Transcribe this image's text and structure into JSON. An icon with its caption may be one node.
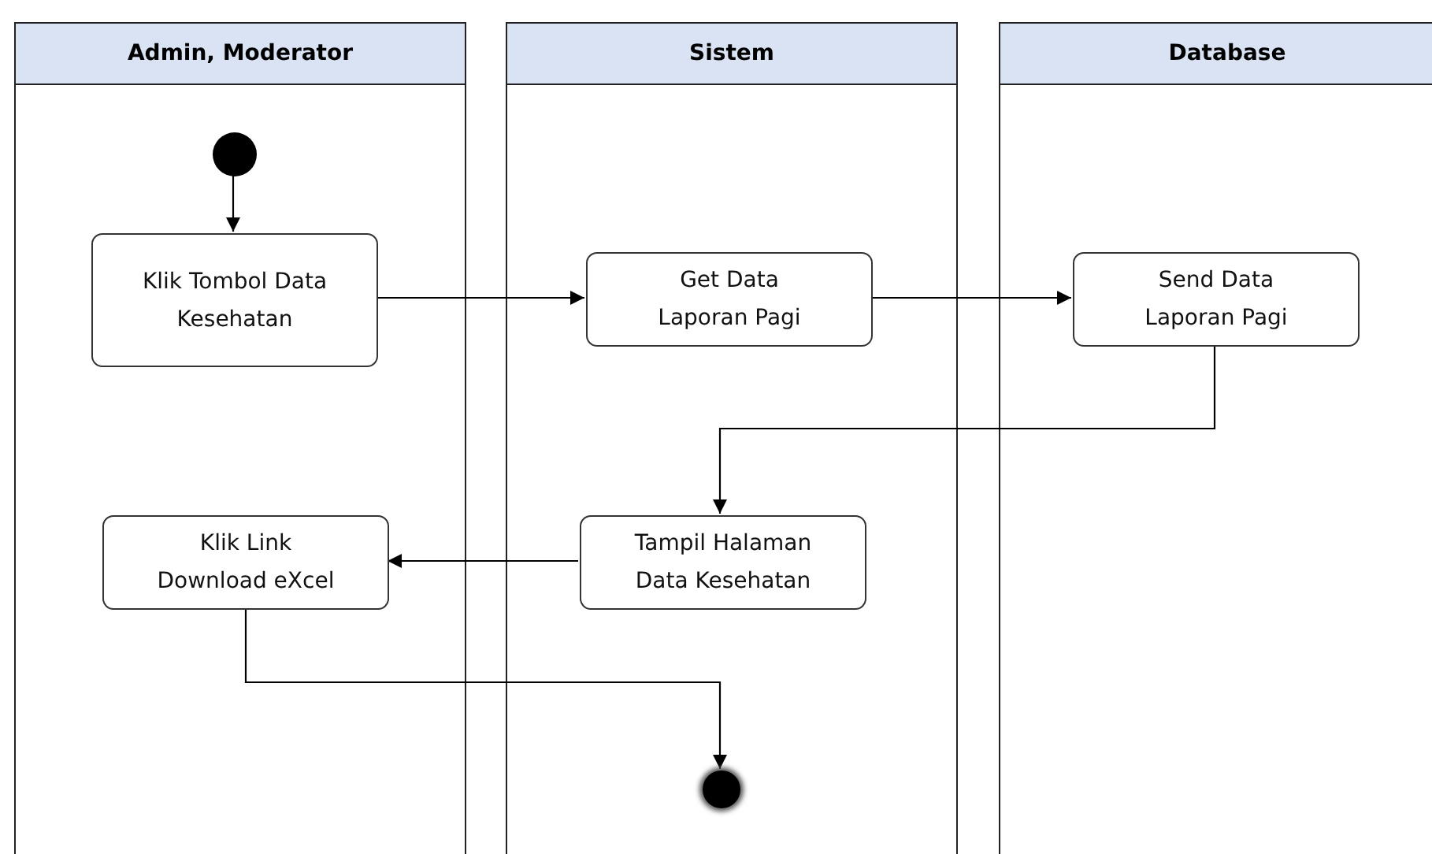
{
  "diagram": {
    "nodes": [
      {
        "text": [
          "Admin, Moderator"
        ]
      },
      {
        "text": [
          "Sistem"
        ]
      },
      {
        "text": [
          "Database"
        ]
      },
      {
        "text": [],
        "shape": "circle",
        "in": 0
      },
      {
        "text": [
          "Klik Tombol Data Kesehatan"
        ],
        "in": 0
      },
      {
        "text": [
          "Get Data Laporan Pagi"
        ],
        "in": 1
      },
      {
        "text": [
          "Send Data Laporan Pagi"
        ],
        "in": 2
      },
      {
        "text": [
          "Tampil Halaman Data Kesehatan"
        ],
        "in": 1
      },
      {
        "text": [
          "Klik Link Download eXcel"
        ],
        "in": 0
      },
      {
        "text": [],
        "shape": "circle",
        "in": 1
      }
    ],
    "edges": [
      {
        "from": 3,
        "to": 4,
        "arrow": "to"
      },
      {
        "from": 4,
        "to": 5,
        "arrow": "to"
      },
      {
        "from": 5,
        "to": 6,
        "arrow": "to"
      },
      {
        "from": 6,
        "to": 7,
        "arrow": "to"
      },
      {
        "from": 7,
        "to": 8,
        "arrow": "to"
      },
      {
        "from": 8,
        "to": 9,
        "arrow": "to"
      }
    ]
  }
}
